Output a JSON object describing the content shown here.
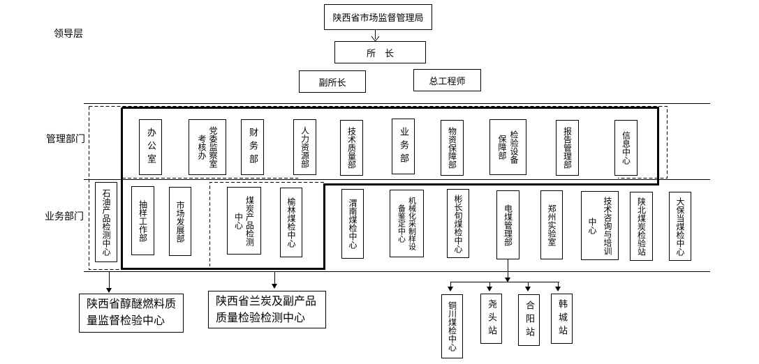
{
  "levels": {
    "leadership": "领导层",
    "management": "管理部门",
    "business": "业务部门"
  },
  "leadership": {
    "bureau": "陕西省市场监督管理局",
    "director": "所　长",
    "deputy": "副所长",
    "chief_engineer": "总工程师"
  },
  "management_depts": [
    {
      "cols": [
        "办公室"
      ]
    },
    {
      "cols": [
        "党委监察室",
        "考核办"
      ]
    },
    {
      "cols": [
        "财务部"
      ]
    },
    {
      "cols": [
        "人力资源部"
      ]
    },
    {
      "cols": [
        "技术质量部"
      ]
    },
    {
      "cols": [
        "业务部"
      ]
    },
    {
      "cols": [
        "物资保障部"
      ]
    },
    {
      "cols": [
        "检验设备",
        "保障部"
      ]
    },
    {
      "cols": [
        "报告管理部"
      ]
    },
    {
      "cols": [
        "信息中心"
      ]
    }
  ],
  "business_depts": [
    {
      "cols": [
        "石油产品检测中心"
      ]
    },
    {
      "cols": [
        "抽样工作部"
      ]
    },
    {
      "cols": [
        "市场发展部"
      ]
    },
    {
      "cols": [
        "煤炭产品检测",
        "中心"
      ]
    },
    {
      "cols": [
        "榆林煤检中心"
      ]
    },
    {
      "cols": [
        "渭南煤检中心"
      ]
    },
    {
      "cols": [
        "机械化采制样设",
        "备鉴定中心"
      ]
    },
    {
      "cols": [
        "彬长旬煤检中心"
      ]
    },
    {
      "cols": [
        "电煤管理部"
      ]
    },
    {
      "cols": [
        "郑州实验室"
      ]
    },
    {
      "cols": [
        "技术咨询与培训",
        "中心"
      ]
    },
    {
      "cols": [
        "陕北煤炭检验站"
      ]
    },
    {
      "cols": [
        "大保当煤检中心"
      ]
    }
  ],
  "sub_centers": {
    "methanol": [
      "陕西省醇醚燃料质",
      "量监督检验中心"
    ],
    "semicoke": [
      "陕西省兰炭及副产品",
      "质量检验检测中心"
    ]
  },
  "power_coal_stations": [
    {
      "cols": [
        "铜川煤检中心"
      ]
    },
    {
      "cols": [
        "尧头站"
      ]
    },
    {
      "cols": [
        "合阳站"
      ]
    },
    {
      "cols": [
        "韩城站"
      ]
    }
  ]
}
